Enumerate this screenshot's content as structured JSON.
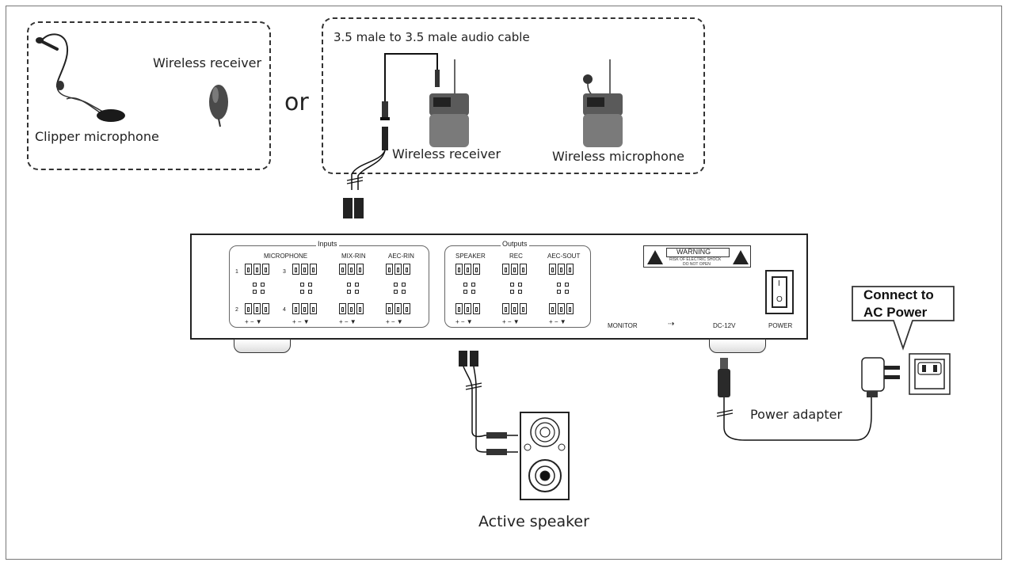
{
  "labels": {
    "wireless_receiver_left": "Wireless receiver",
    "clipper_microphone": "Clipper microphone",
    "or": "or",
    "cable": "3.5 male to 3.5 male audio cable",
    "wireless_receiver_right": "Wireless receiver",
    "wireless_microphone": "Wireless microphone",
    "active_speaker": "Active  speaker",
    "power_adapter": "Power adapter",
    "connect_ac_line1": "Connect to",
    "connect_ac_line2": "AC Power"
  },
  "panel": {
    "inputs_title": "Inputs",
    "outputs_title": "Outputs",
    "input_groups": [
      "MICROPHONE",
      "MIX-RIN",
      "AEC-RIN"
    ],
    "output_groups": [
      "SPEAKER",
      "REC",
      "AEC-SOUT"
    ],
    "polarity": "+  −  ▼",
    "mic_channels": [
      "1",
      "2",
      "3",
      "4"
    ],
    "monitor": "MONITOR",
    "usb_symbol": "⇢",
    "dc": "DC-12V",
    "power": "POWER",
    "warning_title": "WARNING",
    "warning_line1": "RISK OF ELECTRIC SHOCK",
    "warning_line2": "DO NOT OPEN",
    "power_switch_on": "I",
    "power_switch_off": "O"
  },
  "colors": {
    "line": "#222222",
    "device_gray": "#6e6e6e",
    "dashed_border": "#333333"
  }
}
